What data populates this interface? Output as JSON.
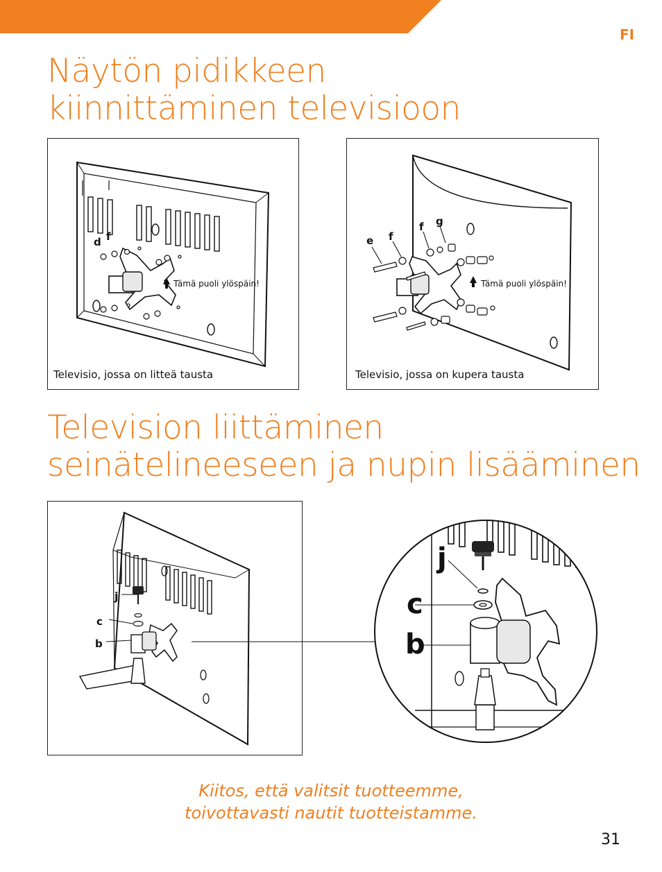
{
  "header": {
    "language_code": "FI",
    "accent_color": "#f08020"
  },
  "section1": {
    "title_lines": [
      "Näytön pidikkeen",
      "kiinnittäminen televisioon"
    ],
    "figures": [
      {
        "caption": "Televisio, jossa on litteä tausta",
        "note": "Tämä puoli ylöspäin!",
        "part_labels": [
          "d",
          "f"
        ]
      },
      {
        "caption": "Televisio, jossa on kupera tausta",
        "note": "Tämä puoli ylöspäin!",
        "part_labels": [
          "e",
          "f",
          "g"
        ]
      }
    ]
  },
  "section2": {
    "title_lines": [
      "Television liittäminen",
      "seinätelineeseen ja nupin lisääminen"
    ],
    "figure": {
      "part_labels": [
        "j",
        "c",
        "b"
      ]
    },
    "detail": {
      "part_labels": [
        "j",
        "c",
        "b"
      ]
    }
  },
  "footer": {
    "thanks_lines": [
      "Kiitos, että valitsit tuotteemme,",
      "toivottavasti nautit tuotteistamme."
    ],
    "page_number": "31"
  }
}
